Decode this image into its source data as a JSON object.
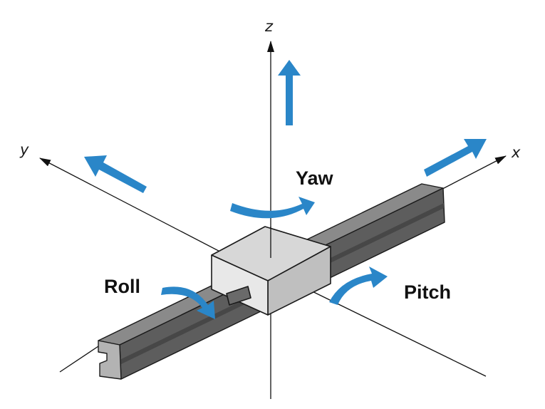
{
  "axes": {
    "x": "x",
    "y": "y",
    "z": "z"
  },
  "motions": {
    "yaw": "Yaw",
    "roll": "Roll",
    "pitch": "Pitch"
  },
  "colors": {
    "arrow": "#2a86c8",
    "axis": "#111111",
    "rail_top": "#8a8a8a",
    "rail_side": "#5d5d5d",
    "rail_face": "#b3b3b3",
    "block_top": "#d7d7d7",
    "block_front": "#e8e8e8",
    "block_side": "#bfbfbf",
    "outline": "#1a1a1a"
  }
}
